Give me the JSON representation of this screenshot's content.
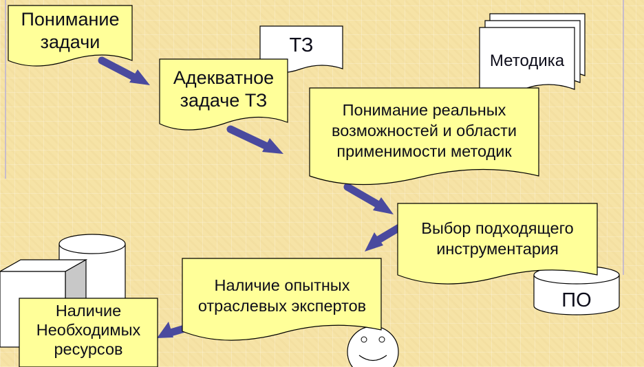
{
  "diagram": {
    "boxes": {
      "understanding": "Понимание задачи",
      "adequate_spec": "Адекватное задаче ТЗ",
      "capabilities": "Понимание реальных возможностей и области применимости методик",
      "tool_choice": "Выбор подходящего инструментария",
      "experts": "Наличие опытных отраслевых экспертов",
      "resources": "Наличие Необходимых ресурсов"
    },
    "documents": {
      "spec": "ТЗ",
      "methodology": "Методика",
      "software": "ПО"
    },
    "colors": {
      "box_fill": "#ffff99",
      "arrow": "#4a4a9e",
      "outline": "#000000"
    }
  }
}
